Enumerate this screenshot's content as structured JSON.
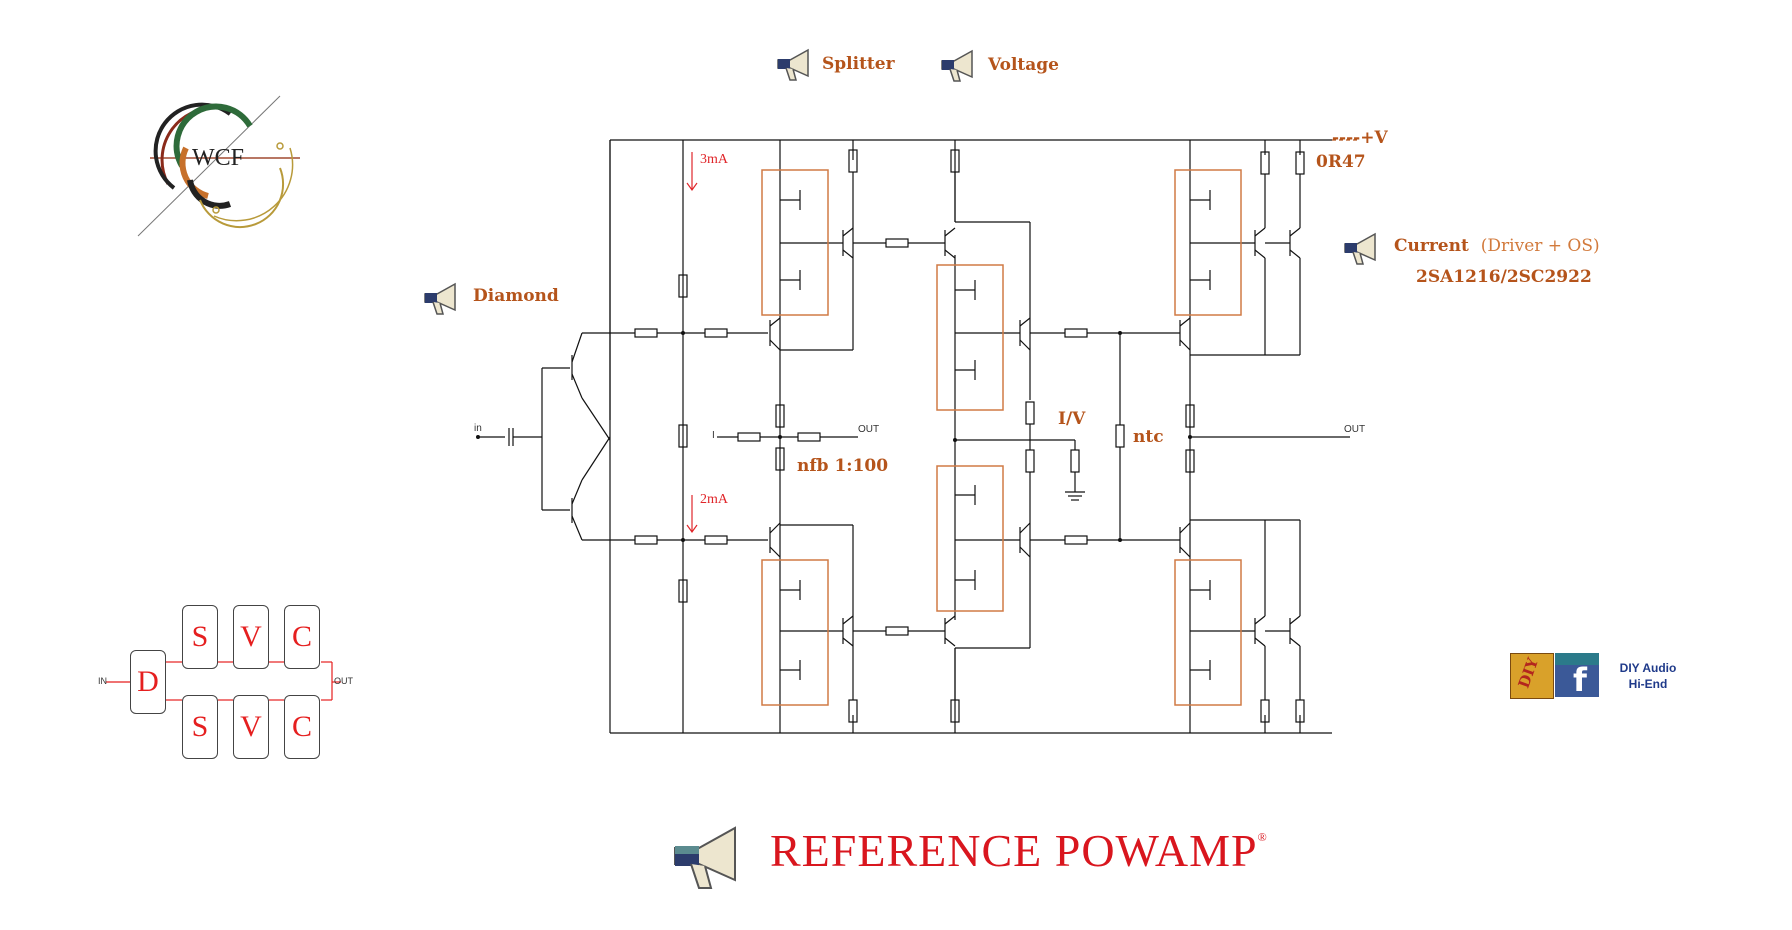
{
  "labels": {
    "splitter": "Splitter",
    "voltage": "Voltage",
    "diamond": "Diamond",
    "current": "Current",
    "current_sub": "(Driver + OS)",
    "transistors": "2SA1216/2SC2922",
    "plus_v": "----+V",
    "r047": "0R47",
    "i_v": "I/V",
    "ntc": "ntc",
    "nfb": "nfb 1:100"
  },
  "annotations": {
    "current_top": "3mA",
    "current_bottom": "2mA",
    "in": "in",
    "out_mid": "OUT",
    "out_right": "OUT",
    "i_input": "I"
  },
  "logo": {
    "text": "WCF"
  },
  "block_diagram": {
    "in": "IN",
    "out": "OUT",
    "d": "D",
    "top_row": [
      "S",
      "V",
      "C"
    ],
    "bottom_row": [
      "S",
      "V",
      "C"
    ]
  },
  "social": {
    "line1": "DIY Audio",
    "line2": "Hi-End",
    "diy_badge": "DIY"
  },
  "title": {
    "text": "REFERENCE POWAMP",
    "mark": "®"
  },
  "colors": {
    "accent": "#b5541b",
    "title_red": "#d9161e",
    "wire": "#111111",
    "box_orange": "#d07a45",
    "arrow_red": "#e0262a"
  }
}
